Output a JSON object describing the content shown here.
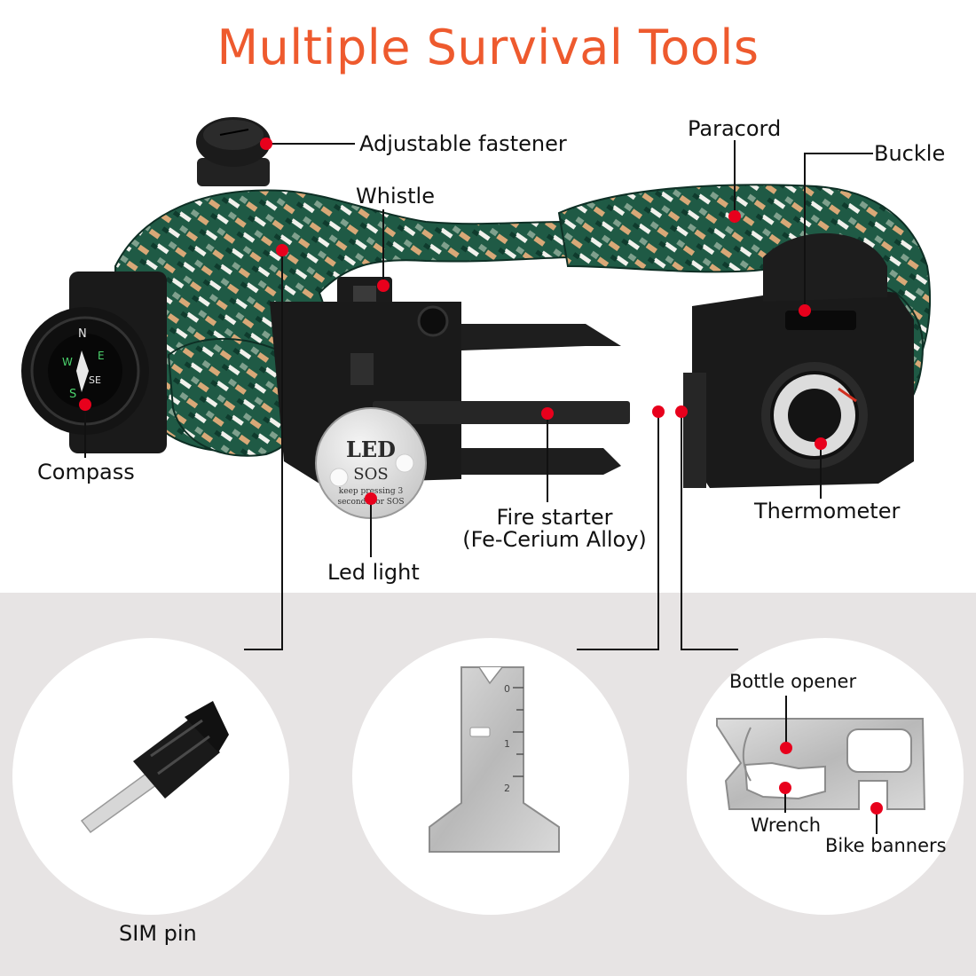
{
  "title": "Multiple Survival Tools",
  "colors": {
    "title": "#ee5a2e",
    "marker": "#e8001c",
    "cord_dark": "#1f5a45",
    "cord_light": "#d9a877",
    "plastic": "#1b1b1b",
    "bottom_panel": "#e7e4e4"
  },
  "labels": {
    "adjustable_fastener": "Adjustable fastener",
    "whistle": "Whistle",
    "paracord": "Paracord",
    "buckle": "Buckle",
    "compass": "Compass",
    "fire_starter_line1": "Fire starter",
    "fire_starter_line2": "(Fe-Cerium Alloy)",
    "thermometer": "Thermometer",
    "led_light": "Led light",
    "sim_pin": "SIM pin",
    "bottle_opener": "Bottle opener",
    "wrench": "Wrench",
    "bike_banners": "Bike banners"
  },
  "led_badge": {
    "line1": "LED",
    "line2": "SOS",
    "line3": "keep pressing 3",
    "line4": "seconds for SOS"
  },
  "compass_marks": [
    "N",
    "E",
    "SE",
    "S",
    "W"
  ],
  "ruler_marks": [
    "0",
    "1",
    "2"
  ]
}
